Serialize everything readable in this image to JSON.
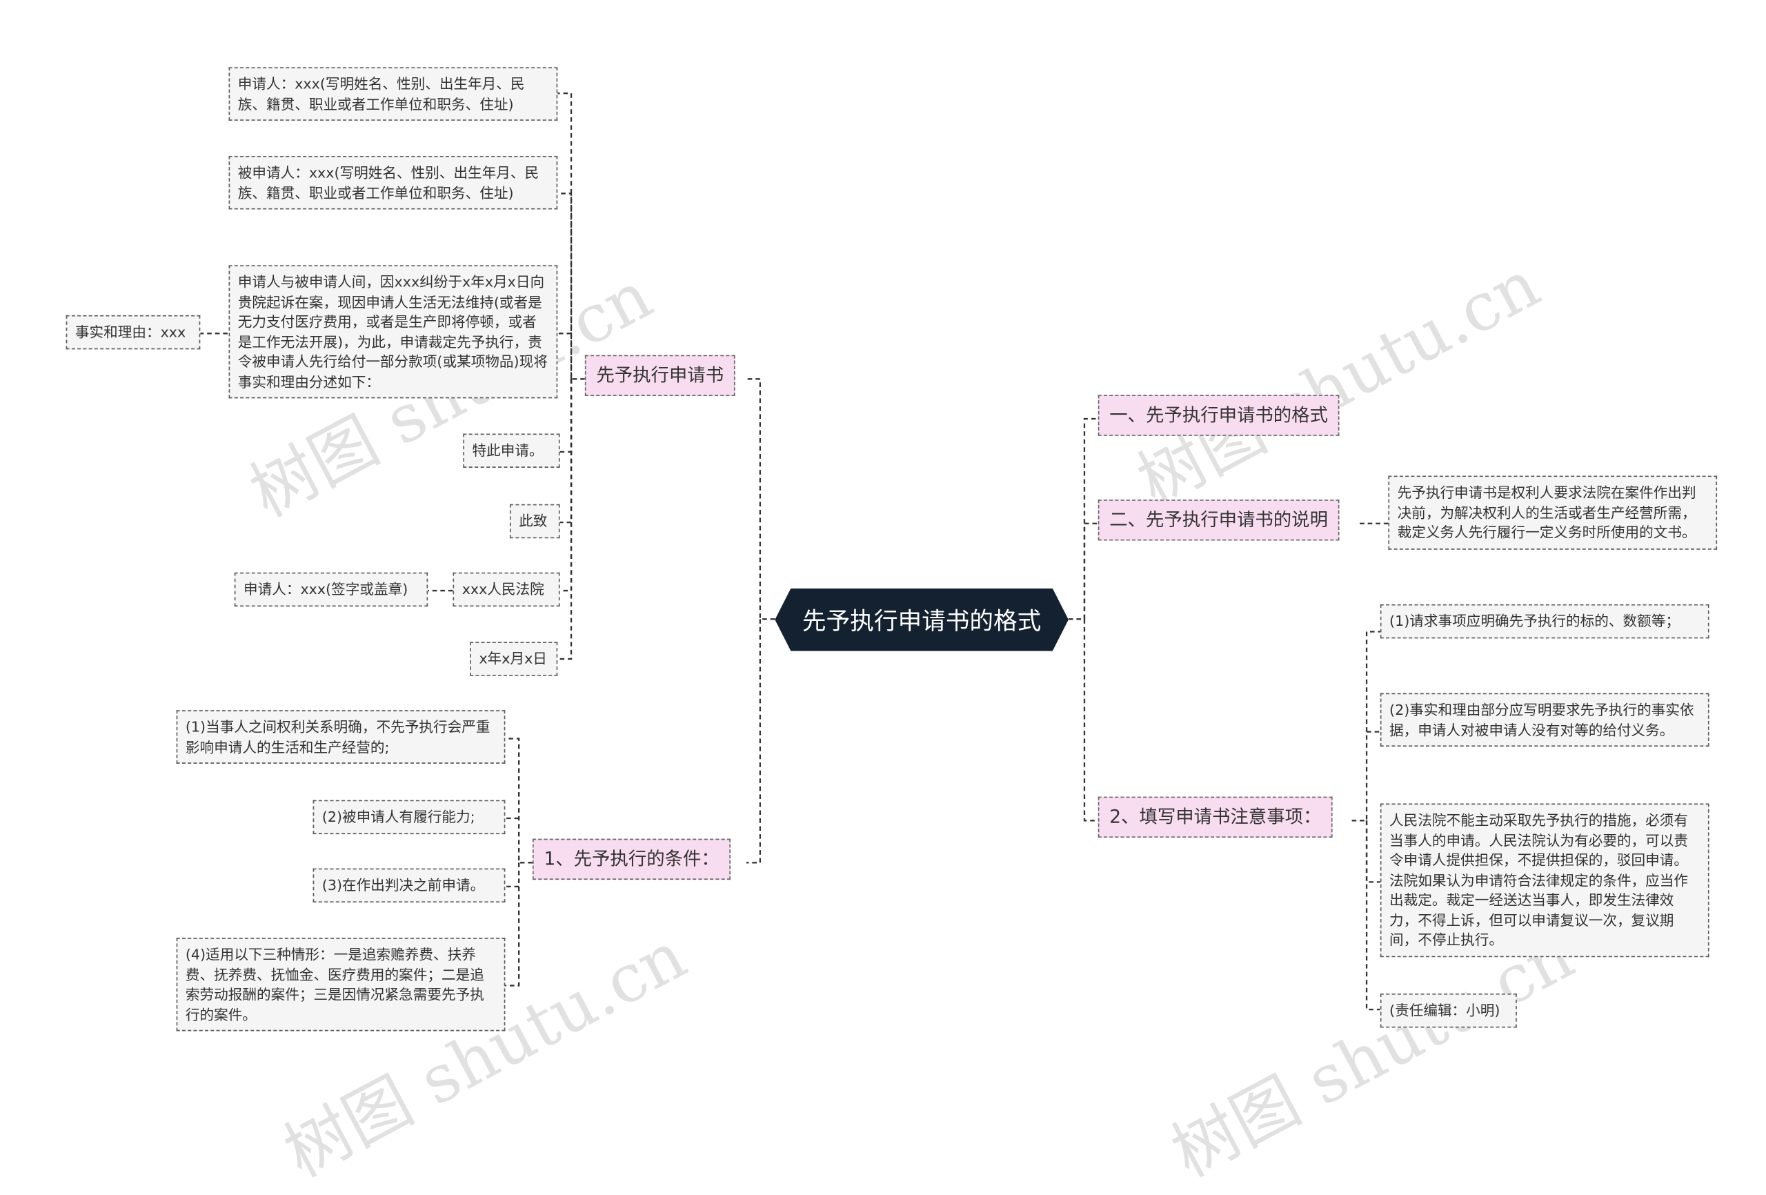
{
  "root": "先予执行申请书的格式",
  "left": {
    "application": {
      "label": "先予执行申请书",
      "items": [
        "申请人：xxx(写明姓名、性别、出生年月、民族、籍贯、职业或者工作单位和职务、住址)",
        "被申请人：xxx(写明姓名、性别、出生年月、民族、籍贯、职业或者工作单位和职务、住址)",
        "申请人与被申请人间，因xxx纠纷于x年x月x日向贵院起诉在案，现因申请人生活无法维持(或者是无力支付医疗费用，或者是生产即将停顿，或者是工作无法开展)，为此，申请裁定先予执行，责令被申请人先行给付一部分款项(或某项物品)现将事实和理由分述如下：",
        "特此申请。",
        "此致",
        "xxx人民法院",
        "x年x月x日"
      ],
      "facts_child": "事实和理由：xxx",
      "court_child": "申请人：xxx(签字或盖章)"
    },
    "conditions": {
      "label": "1、先予执行的条件：",
      "items": [
        "(1)当事人之间权利关系明确，不先予执行会严重影响申请人的生活和生产经营的;",
        "(2)被申请人有履行能力;",
        "(3)在作出判决之前申请。",
        "(4)适用以下三种情形：一是追索赡养费、扶养费、抚养费、抚恤金、医疗费用的案件；二是追索劳动报酬的案件；三是因情况紧急需要先予执行的案件。"
      ]
    }
  },
  "right": {
    "format": {
      "label": "一、先予执行申请书的格式"
    },
    "explain": {
      "label": "二、先予执行申请书的说明",
      "text": "先予执行申请书是权利人要求法院在案件作出判决前，为解决权利人的生活或者生产经营所需，裁定义务人先行履行一定义务时所使用的文书。"
    },
    "notes": {
      "label": "2、填写申请书注意事项：",
      "items": [
        "(1)请求事项应明确先予执行的标的、数额等；",
        "(2)事实和理由部分应写明要求先予执行的事实依据，申请人对被申请人没有对等的给付义务。",
        "人民法院不能主动采取先予执行的措施，必须有当事人的申请。人民法院认为有必要的，可以责令申请人提供担保，不提供担保的，驳回申请。法院如果认为申请符合法律规定的条件，应当作出裁定。裁定一经送达当事人，即发生法律效力，不得上诉，但可以申请复议一次，复议期间，不停止执行。",
        "(责任编辑：小明)"
      ]
    }
  },
  "watermark": "树图 shutu.cn"
}
